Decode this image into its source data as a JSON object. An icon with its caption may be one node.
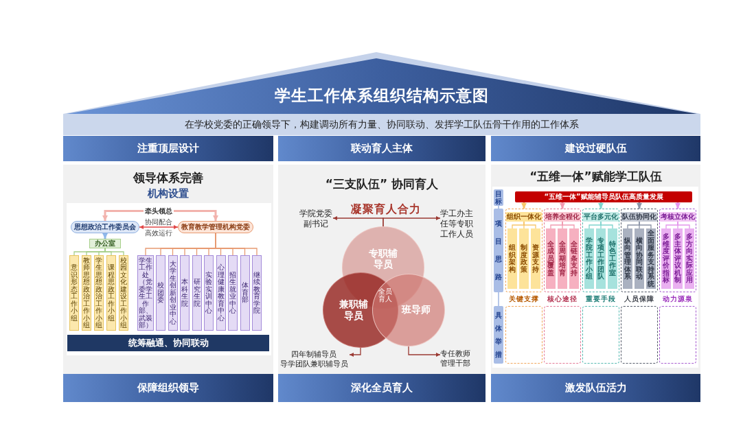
{
  "diagram": {
    "title": "学生工作体系组织结构示意图",
    "nodes": [
      {
        "text": [
          "在学校党委的正确领导下，构建调动所有力量、协同联动、发挥学工队伍骨干作用的工作体系"
        ]
      },
      {
        "text": [
          "注重顶层设计"
        ]
      },
      {
        "text": [
          "联动育人主体"
        ]
      },
      {
        "text": [
          "建设过硬队伍"
        ]
      },
      {
        "text": [
          "领导体系完善",
          "机构设置"
        ]
      },
      {
        "text": [
          "牵头领总"
        ],
        "in": 4
      },
      {
        "text": [
          "思想政治工作委员会"
        ],
        "in": 4
      },
      {
        "text": [
          "教育教学管理机构党委"
        ],
        "in": 4
      },
      {
        "text": [
          "办公室"
        ],
        "in": 4
      },
      {
        "text": [
          "意识形态工作小组"
        ],
        "in": 4
      },
      {
        "text": [
          "教师思想政治工作小组"
        ],
        "in": 4
      },
      {
        "text": [
          "学生思想政治工作小组"
        ],
        "in": 4
      },
      {
        "text": [
          "课程思政工作小组"
        ],
        "in": 4
      },
      {
        "text": [
          "校园文化建设工作小组"
        ],
        "in": 4
      },
      {
        "text": [
          "学生工作处（党委学生工作部、武装部）"
        ],
        "in": 4
      },
      {
        "text": [
          "校团委"
        ],
        "in": 4
      },
      {
        "text": [
          "大学生创新创业中心"
        ],
        "in": 4
      },
      {
        "text": [
          "本科生院"
        ],
        "in": 4
      },
      {
        "text": [
          "研究生院"
        ],
        "in": 4
      },
      {
        "text": [
          "实验实训中心"
        ],
        "in": 4
      },
      {
        "text": [
          "心理健康教育中心"
        ],
        "in": 4
      },
      {
        "text": [
          "招生就业中心"
        ],
        "in": 4
      },
      {
        "text": [
          "体育部"
        ],
        "in": 4
      },
      {
        "text": [
          "继续教育学院"
        ],
        "in": 4
      },
      {
        "text": [
          "统筹融通、协同联动"
        ],
        "in": 4
      },
      {
        "text": [
          "“三支队伍” 协同育人"
        ]
      },
      {
        "text": [
          "学院党委副书记"
        ],
        "in": 25
      },
      {
        "text": [
          "学工办主任等专职工作人员"
        ],
        "in": 25
      },
      {
        "text": [
          "专职辅导员"
        ],
        "in": 25
      },
      {
        "text": [
          "兼职辅导员"
        ],
        "in": 25
      },
      {
        "text": [
          "班导师"
        ],
        "in": 25
      },
      {
        "text": [
          "四年制辅导员",
          "导学团队兼职辅导员"
        ],
        "in": 25
      },
      {
        "text": [
          "专任教师",
          "管理干部"
        ],
        "in": 25
      },
      {
        "text": [
          "“五维一体”赋能学工队伍"
        ]
      },
      {
        "text": [
          "目标"
        ],
        "in": 33
      },
      {
        "text": [
          "“五维一体”赋能辅导员队伍高质量发展"
        ],
        "in": 33
      },
      {
        "text": [
          "项目思路"
        ],
        "in": 33
      },
      {
        "text": [],
        "shape": "box",
        "in": 33
      },
      {
        "text": [
          "组织一体化"
        ],
        "in": 37
      },
      {
        "text": [
          "组织架构"
        ],
        "in": 37
      },
      {
        "text": [
          "制度政策"
        ],
        "in": 37
      },
      {
        "text": [
          "资源支持"
        ],
        "in": 37
      },
      {
        "text": [],
        "shape": "box",
        "in": 33
      },
      {
        "text": [
          "培养全程化"
        ],
        "in": 42
      },
      {
        "text": [
          "全成员覆盖"
        ],
        "in": 42
      },
      {
        "text": [
          "全周期培育"
        ],
        "in": 42
      },
      {
        "text": [
          "全链条支持"
        ],
        "in": 42
      },
      {
        "text": [],
        "shape": "box",
        "in": 33
      },
      {
        "text": [
          "平台多元化"
        ],
        "in": 47
      },
      {
        "text": [
          "学院工作小组"
        ],
        "in": 47
      },
      {
        "text": [
          "专项工作团队"
        ],
        "in": 47
      },
      {
        "text": [
          "特色工作室"
        ],
        "in": 47
      },
      {
        "text": [],
        "shape": "box",
        "in": 33
      },
      {
        "text": [
          "队伍协同化"
        ],
        "in": 52
      },
      {
        "text": [
          "纵向管理体系"
        ],
        "in": 52
      },
      {
        "text": [
          "横向协同联动"
        ],
        "in": 52
      },
      {
        "text": [
          "全面服务支持系统"
        ],
        "in": 52
      },
      {
        "text": [],
        "shape": "box",
        "in": 33
      },
      {
        "text": [
          "考核立体化"
        ],
        "in": 57
      },
      {
        "text": [
          "多维度评价指标"
        ],
        "in": 57
      },
      {
        "text": [
          "多主体评议机制"
        ],
        "in": 57
      },
      {
        "text": [
          "多方向实际应用"
        ],
        "in": 57
      },
      {
        "text": [
          "具体举措"
        ],
        "in": 33
      },
      {
        "text": [],
        "shape": "box",
        "in": 33
      },
      {
        "text": [],
        "shape": "box",
        "in": 33
      },
      {
        "text": [],
        "shape": "box",
        "in": 33
      },
      {
        "text": [],
        "shape": "box",
        "in": 33
      },
      {
        "text": [],
        "shape": "box",
        "in": 33
      },
      {
        "text": [
          "保障组织领导"
        ]
      },
      {
        "text": [
          "深化全员育人"
        ]
      },
      {
        "text": [
          "激发队伍活力"
        ]
      }
    ],
    "edges": [
      {
        "from": 5,
        "to": 6,
        "arrow": "to",
        "style": "thick",
        "color": "#f2b3ad"
      },
      {
        "from": 5,
        "to": 7,
        "arrow": "to",
        "style": "thick",
        "color": "#f2b3ad"
      },
      {
        "from": 6,
        "to": 7,
        "arrow": "both",
        "label": "协同配合",
        "color": "#e04848"
      },
      {
        "from": 6,
        "to": 8,
        "arrow": "to",
        "style": "thick",
        "color": "#8fb8ea"
      },
      {
        "from": 8,
        "to": 9,
        "arrow": "none",
        "color": "#a6cf8a"
      },
      {
        "from": 8,
        "to": 10,
        "arrow": "none",
        "color": "#a6cf8a"
      },
      {
        "from": 8,
        "to": 11,
        "arrow": "none",
        "color": "#a6cf8a"
      },
      {
        "from": 8,
        "to": 12,
        "arrow": "none",
        "color": "#a6cf8a"
      },
      {
        "from": 8,
        "to": 13,
        "arrow": "none",
        "color": "#a6cf8a"
      },
      {
        "from": 7,
        "to": 14,
        "arrow": "none"
      },
      {
        "from": 7,
        "to": 15,
        "arrow": "none"
      },
      {
        "from": 7,
        "to": 16,
        "arrow": "none"
      },
      {
        "from": 7,
        "to": 17,
        "arrow": "none"
      },
      {
        "from": 7,
        "to": 18,
        "arrow": "none"
      },
      {
        "from": 7,
        "to": 19,
        "arrow": "none"
      },
      {
        "from": 7,
        "to": 20,
        "arrow": "none"
      },
      {
        "from": 7,
        "to": 21,
        "arrow": "none"
      },
      {
        "from": 7,
        "to": 22,
        "arrow": "none"
      },
      {
        "from": 7,
        "to": 23,
        "arrow": "none"
      },
      {
        "from": 28,
        "to": 26,
        "arrow": "to",
        "color": "#9b3a33"
      },
      {
        "from": 28,
        "to": 27,
        "arrow": "to",
        "color": "#9b3a33"
      },
      {
        "from": 29,
        "to": 31,
        "arrow": "to",
        "color": "#9b3a33"
      },
      {
        "from": 30,
        "to": 32,
        "arrow": "to",
        "color": "#9b3a33"
      },
      {
        "from": 34,
        "to": 36,
        "arrow": "none",
        "color": "#8fa9dc"
      },
      {
        "from": 36,
        "to": 62,
        "arrow": "none",
        "color": "#8fa9dc"
      },
      {
        "from": 35,
        "to": 37,
        "arrow": "to",
        "style": "thick",
        "color": "#f7c66b"
      },
      {
        "from": 35,
        "to": 42,
        "arrow": "to",
        "style": "thick",
        "color": "#f19ab0"
      },
      {
        "from": 35,
        "to": 47,
        "arrow": "to",
        "style": "thick",
        "color": "#7fd5ce"
      },
      {
        "from": 35,
        "to": 52,
        "arrow": "to",
        "style": "thick",
        "color": "#8a93a6"
      },
      {
        "from": 35,
        "to": 57,
        "arrow": "to",
        "style": "thick",
        "color": "#e495ec"
      },
      {
        "from": 38,
        "to": 39,
        "arrow": "none",
        "color": "#f7c66b"
      },
      {
        "from": 38,
        "to": 40,
        "arrow": "none",
        "color": "#f7c66b"
      },
      {
        "from": 38,
        "to": 41,
        "arrow": "none",
        "color": "#f7c66b"
      },
      {
        "from": 43,
        "to": 44,
        "arrow": "none",
        "color": "#f19ab0"
      },
      {
        "from": 43,
        "to": 45,
        "arrow": "none",
        "color": "#f19ab0"
      },
      {
        "from": 43,
        "to": 46,
        "arrow": "none",
        "color": "#f19ab0"
      },
      {
        "from": 48,
        "to": 49,
        "arrow": "none",
        "color": "#7fd5ce"
      },
      {
        "from": 48,
        "to": 50,
        "arrow": "none",
        "color": "#7fd5ce"
      },
      {
        "from": 48,
        "to": 51,
        "arrow": "none",
        "color": "#7fd5ce"
      },
      {
        "from": 53,
        "to": 54,
        "arrow": "none",
        "color": "#8a93a6"
      },
      {
        "from": 53,
        "to": 55,
        "arrow": "none",
        "color": "#8a93a6"
      },
      {
        "from": 53,
        "to": 56,
        "arrow": "none",
        "color": "#8a93a6"
      },
      {
        "from": 58,
        "to": 59,
        "arrow": "none",
        "color": "#e495ec"
      },
      {
        "from": 58,
        "to": 60,
        "arrow": "none",
        "color": "#e495ec"
      },
      {
        "from": 58,
        "to": 61,
        "arrow": "none",
        "color": "#e495ec"
      }
    ],
    "labels": [
      "高效运行",
      "凝聚育人合力",
      "全员育人",
      "关键支撑",
      "核心途径",
      "重要手段",
      "人员保障",
      "动力源泉"
    ]
  }
}
